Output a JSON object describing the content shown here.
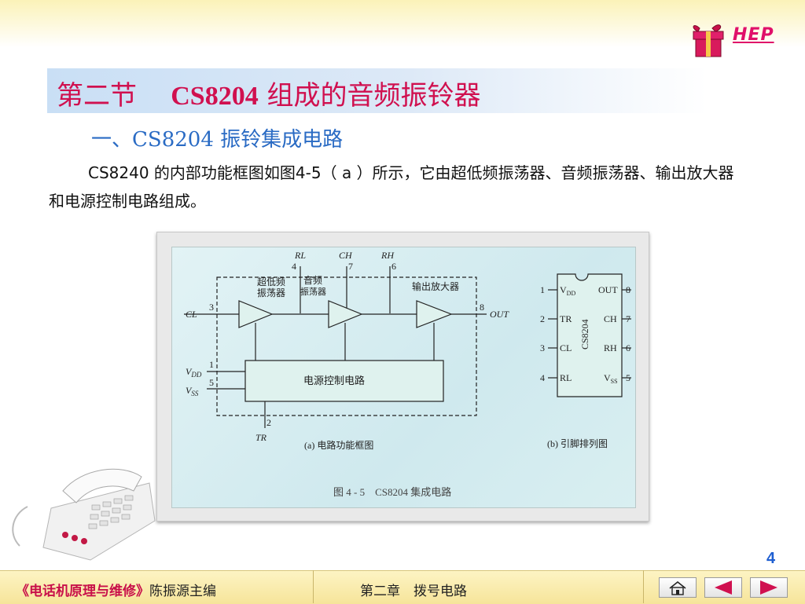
{
  "logo": {
    "text": "HEP"
  },
  "title": {
    "part1": "第二节",
    "part2": "CS8204",
    "part3": "组成的音频振铃器"
  },
  "subtitle": "一、CS8204 振铃集成电路",
  "paragraph": "CS8240 的内部功能框图如图4-5（ a ）所示，它由超低频振荡器、音频振荡器、输出放大器和电源控制电路组成。",
  "figure": {
    "pins_top": {
      "rl_label": "RL",
      "rl_num": "4",
      "ch_label": "CH",
      "ch_num": "7",
      "rh_label": "RH",
      "rh_num": "6"
    },
    "block_ulf": "超低频",
    "block_ulf2": "振荡器",
    "block_audio": "音频",
    "block_audio2": "振荡器",
    "block_out_amp": "输出放大器",
    "cl_label": "CL",
    "cl_num": "3",
    "out_label": "OUT",
    "out_num": "8",
    "vdd_label": "V",
    "vdd_sub": "DD",
    "vdd_num": "1",
    "vss_label": "V",
    "vss_sub": "SS",
    "vss_num": "5",
    "power_block": "电源控制电路",
    "tr_label": "TR",
    "tr_num": "2",
    "caption_a": "(a) 电路功能框图",
    "chip": {
      "name": "CS8204",
      "left_pins": [
        {
          "num": "1",
          "label": "V",
          "sub": "DD"
        },
        {
          "num": "2",
          "label": "TR"
        },
        {
          "num": "3",
          "label": "CL"
        },
        {
          "num": "4",
          "label": "RL"
        }
      ],
      "right_pins": [
        {
          "num": "8",
          "label": "OUT"
        },
        {
          "num": "7",
          "label": "CH"
        },
        {
          "num": "6",
          "label": "RH"
        },
        {
          "num": "5",
          "label": "V",
          "sub": "SS"
        }
      ]
    },
    "caption_b": "(b) 引脚排列图",
    "figure_caption": "图 4 - 5　CS8204 集成电路"
  },
  "page_number": "4",
  "footer": {
    "book_title": "《电话机原理与维修》",
    "book_editor": "陈振源主编",
    "chapter": "第二章　拨号电路"
  },
  "nav": {
    "home_icon": "home-icon",
    "prev_icon": "triangle-left-icon",
    "next_icon": "triangle-right-icon"
  },
  "colors": {
    "title": "#d0104f",
    "subtitle": "#2a6bc4",
    "accent_red": "#e0106a",
    "footer_bg": "#f6e49a"
  }
}
